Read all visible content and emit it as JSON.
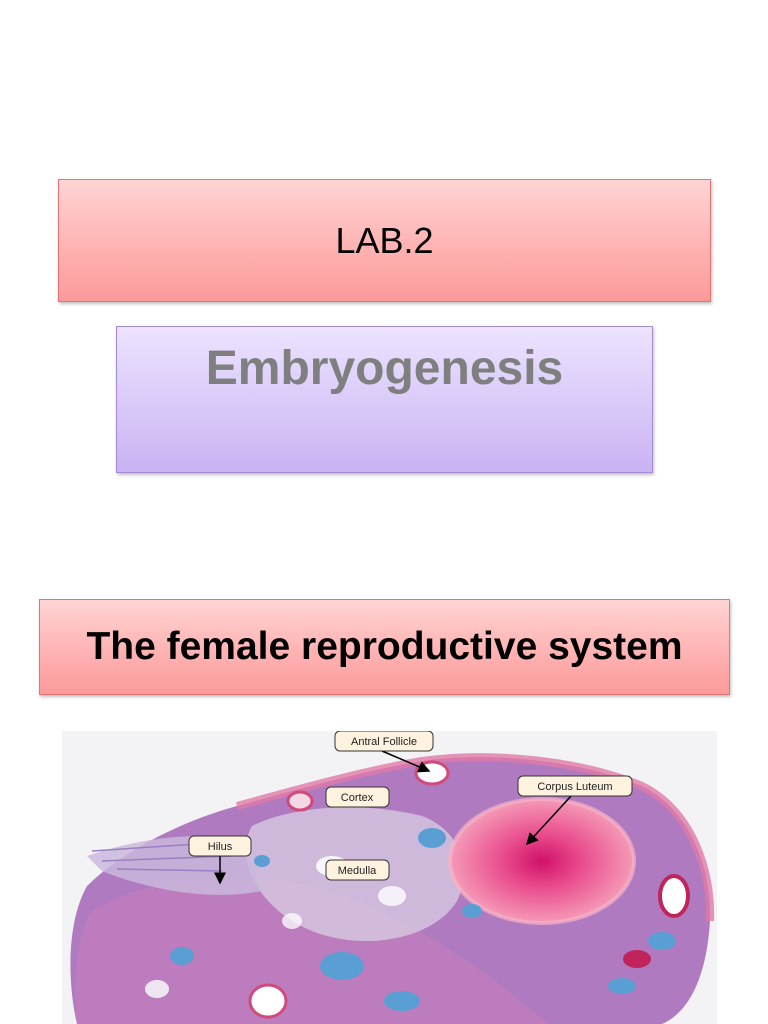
{
  "slide1": {
    "title": "LAB.2",
    "subtitle": "Embryogenesis"
  },
  "slide2": {
    "title": "The female reproductive system",
    "figure_labels": {
      "antral_follicle": "Antral Follicle",
      "corpus_luteum": "Corpus Luteum",
      "cortex": "Cortex",
      "hilus": "Hilus",
      "medulla": "Medulla"
    }
  },
  "colors": {
    "pink_box": "#ffb3b3",
    "lavender_box": "#d9c9f8",
    "subtitle_text": "#7f7f7f",
    "tissue_pink": "#e0609a",
    "tissue_purple": "#9a6fb8",
    "tissue_blue": "#5a9fd4"
  }
}
